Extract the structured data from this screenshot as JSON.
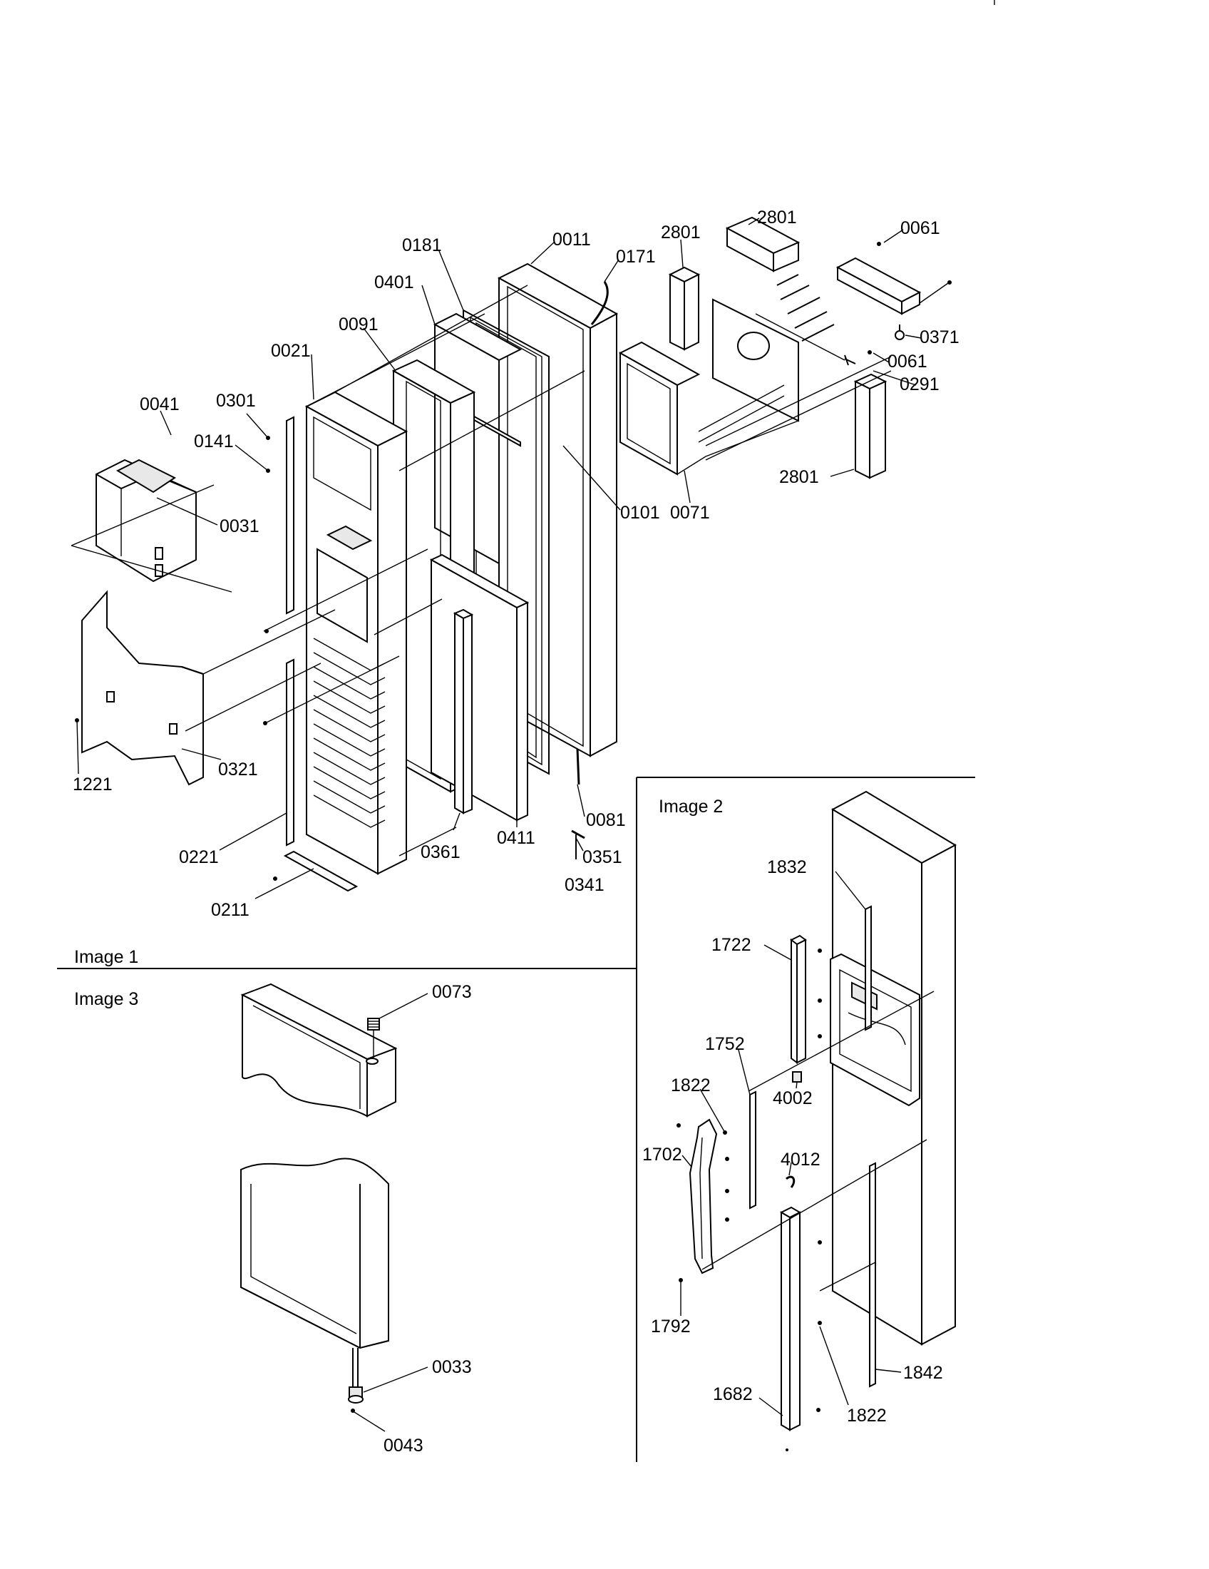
{
  "panels": {
    "image1": "Image 1",
    "image2": "Image 2",
    "image3": "Image 3"
  },
  "labels": {
    "p0011": "0011",
    "p0181": "0181",
    "p0171": "0171",
    "p2801a": "2801",
    "p2801b": "2801",
    "p2801c": "2801",
    "p0061a": "0061",
    "p0061b": "0061",
    "p0371": "0371",
    "p0291": "0291",
    "p0401": "0401",
    "p0091": "0091",
    "p0021": "0021",
    "p0041": "0041",
    "p0301": "0301",
    "p0141": "0141",
    "p0031": "0031",
    "p0101": "0101",
    "p0071": "0071",
    "p1221": "1221",
    "p0321": "0321",
    "p0081": "0081",
    "p0411": "0411",
    "p0361": "0361",
    "p0351": "0351",
    "p0341": "0341",
    "p0221": "0221",
    "p0211": "0211",
    "p0073": "0073",
    "p0033": "0033",
    "p0043": "0043",
    "p1832": "1832",
    "p1722": "1722",
    "p1752": "1752",
    "p1822a": "1822",
    "p4002": "4002",
    "p1702": "1702",
    "p4012": "4012",
    "p1792": "1792",
    "p1842": "1842",
    "p1682": "1682",
    "p1822b": "1822"
  }
}
